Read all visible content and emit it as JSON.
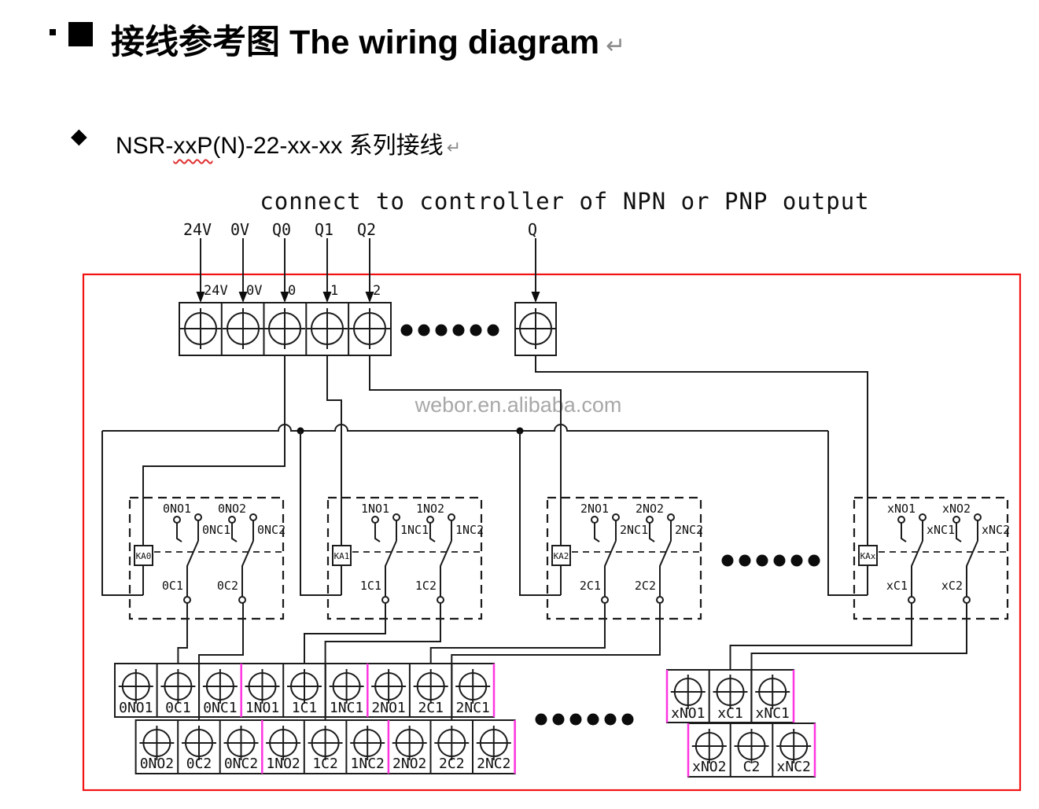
{
  "page": {
    "title": "接线参考图 The wiring diagram",
    "title_return_mark": "↵",
    "subtitle_prefix": "NSR-",
    "subtitle_misspelled": "xxP",
    "subtitle_rest": "(N)-22-xx-xx 系列接线",
    "subtitle_return_mark": "↵",
    "bullet_square": "■",
    "bullet_diamond": "◆"
  },
  "diagram": {
    "caption": "connect to controller of NPN or PNP output",
    "watermark": "webor.en.alibaba.com",
    "colors": {
      "wire": "#1b1b1b",
      "border_red": "#f31212",
      "separator_magenta": "#ff35e0",
      "watermark_gray": "#a8a8a8"
    },
    "top_labels": [
      "24V",
      "0V",
      "Q0",
      "Q1",
      "Q2",
      "Q"
    ],
    "top_terminal_labels": [
      "24V",
      "0V",
      "0",
      "1",
      "2"
    ],
    "relays": [
      {
        "coil": "KA0",
        "no1": "0NO1",
        "nc1": "0NC1",
        "no2": "0NO2",
        "nc2": "0NC2",
        "c1": "0C1",
        "c2": "0C2"
      },
      {
        "coil": "KA1",
        "no1": "1NO1",
        "nc1": "1NC1",
        "no2": "1NO2",
        "nc2": "1NC2",
        "c1": "1C1",
        "c2": "1C2"
      },
      {
        "coil": "KA2",
        "no1": "2NO1",
        "nc1": "2NC1",
        "no2": "2NO2",
        "nc2": "2NC2",
        "c1": "2C1",
        "c2": "2C2"
      },
      {
        "coil": "KAx",
        "no1": "xNO1",
        "nc1": "xNC1",
        "no2": "xNO2",
        "nc2": "xNC2",
        "c1": "xC1",
        "c2": "xC2"
      }
    ],
    "bottom_row1": [
      "0NO1",
      "0C1",
      "0NC1",
      "1NO1",
      "1C1",
      "1NC1",
      "2NO1",
      "2C1",
      "2NC1"
    ],
    "bottom_row2": [
      "0NO2",
      "0C2",
      "0NC2",
      "1NO2",
      "1C2",
      "1NC2",
      "2NO2",
      "2C2",
      "2NC2"
    ],
    "right_row1": [
      "xNO1",
      "xC1",
      "xNC1"
    ],
    "right_row2": [
      "xNO2",
      "C2",
      "xNC2"
    ]
  }
}
